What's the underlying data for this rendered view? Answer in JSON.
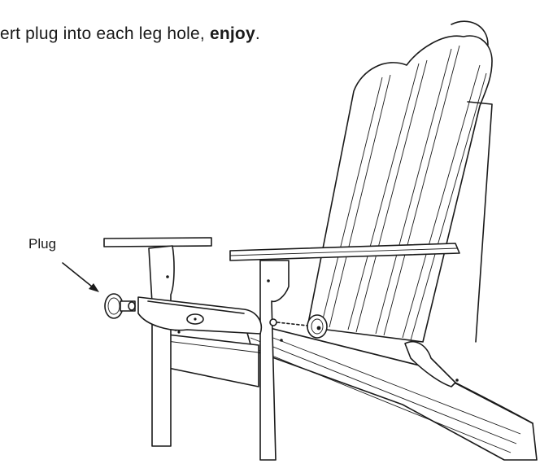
{
  "instruction": {
    "text_before": "ert plug into each leg hole, ",
    "emphasis": "enjoy",
    "text_after": "."
  },
  "callout": {
    "label": "Plug"
  }
}
